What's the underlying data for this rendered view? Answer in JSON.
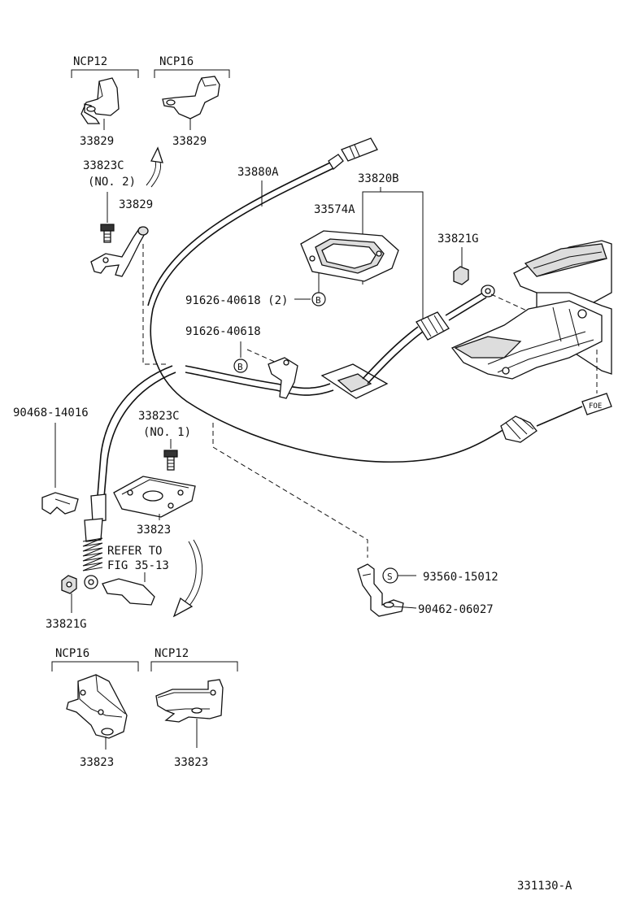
{
  "groups": {
    "top_left": "NCP12",
    "top_right": "NCP16",
    "bottom_left": "NCP16",
    "bottom_right": "NCP12"
  },
  "labels": {
    "p33829_a": "33829",
    "p33829_b": "33829",
    "p33829_c": "33829",
    "p33823c_2": "33823C",
    "p33823c_2_sub": "(NO. 2)",
    "p33880a": "33880A",
    "p33820b": "33820B",
    "p33574a": "33574A",
    "p33821g_a": "33821G",
    "p91626_2": "91626-40618 (2)",
    "p91626": "91626-40618",
    "p90468": "90468-14016",
    "p33823c_1": "33823C",
    "p33823c_1_sub": "(NO. 1)",
    "p33823_a": "33823",
    "refer_1": "REFER TO",
    "refer_2": "FIG 35-13",
    "p33821g_b": "33821G",
    "p93560": "93560-15012",
    "p90462": "90462-06027",
    "p33823_b": "33823",
    "p33823_c": "33823",
    "callout_b1": "B",
    "callout_b2": "B",
    "callout_s": "S",
    "figure_code": "331130-A"
  }
}
